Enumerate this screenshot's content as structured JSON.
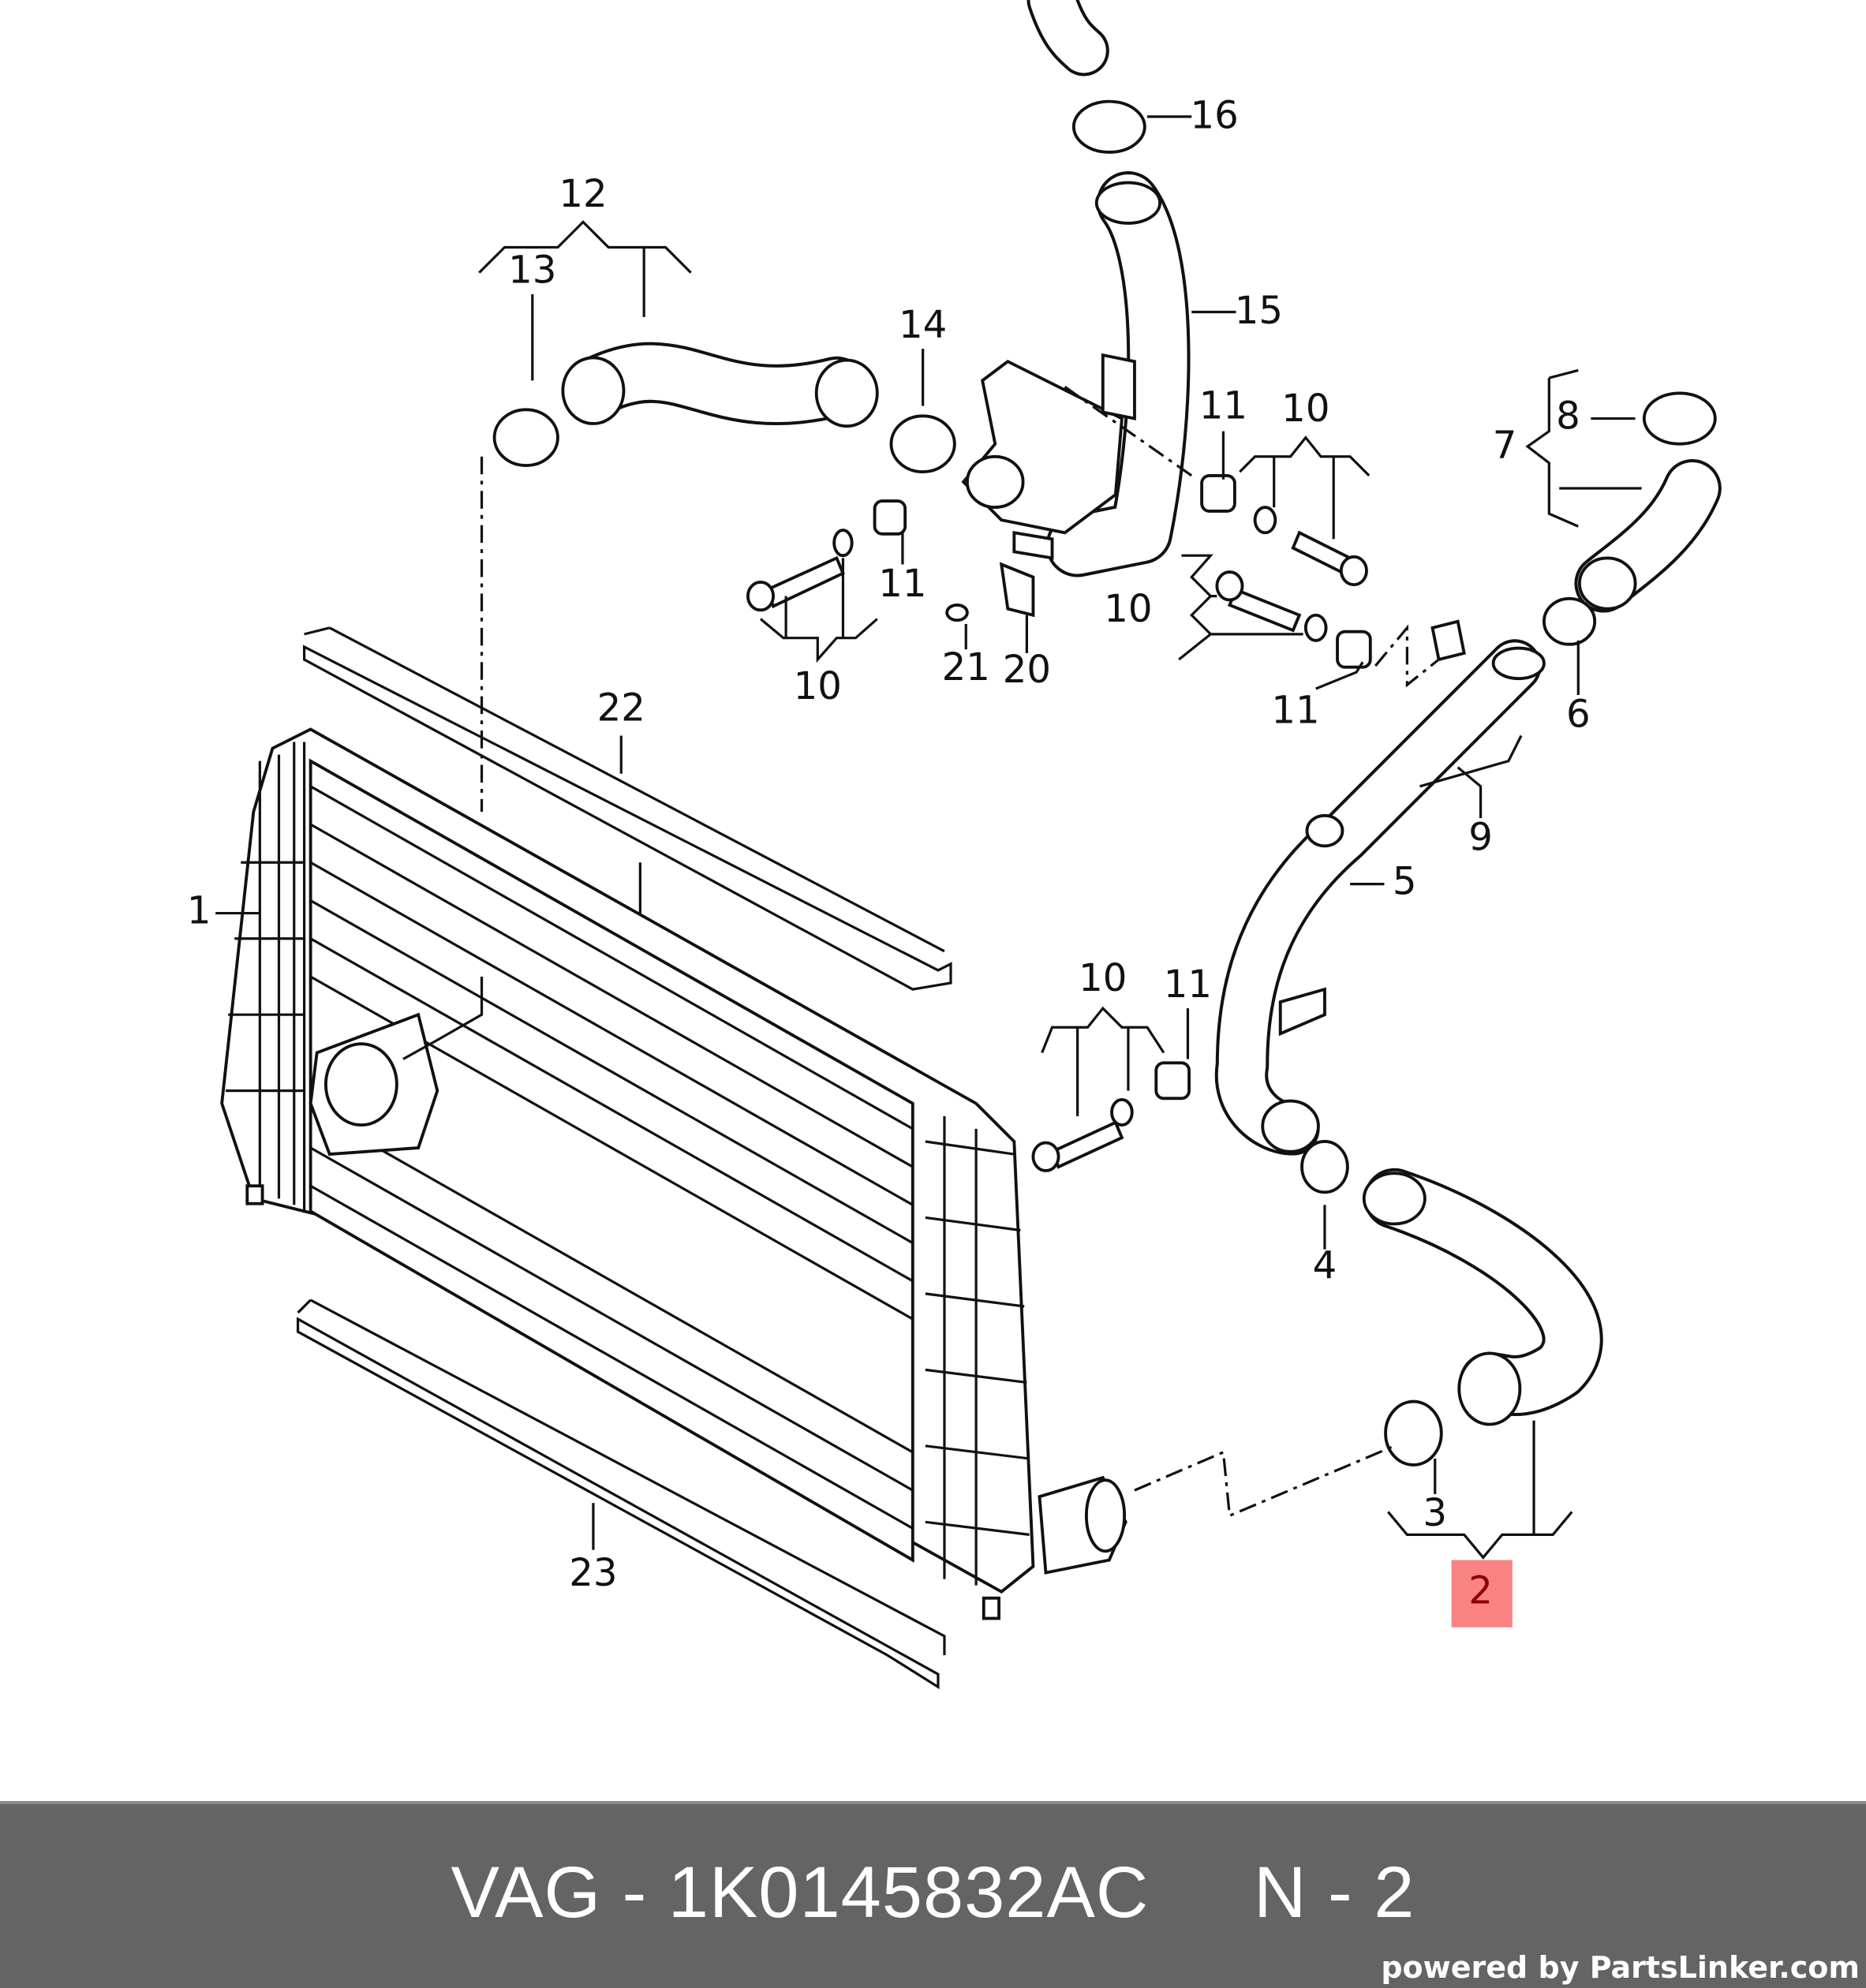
{
  "diagram": {
    "callouts": [
      "16",
      "12",
      "13",
      "15",
      "14",
      "11",
      "10",
      "8",
      "7",
      "11",
      "10",
      "21",
      "20",
      "10",
      "11",
      "6",
      "22",
      "9",
      "5",
      "1",
      "10",
      "11",
      "4",
      "3",
      "2",
      "23"
    ],
    "highlighted_callout": "2",
    "highlight_color": "#f98383"
  },
  "footer": {
    "title": "VAG - 1K0145832AC     N - 2",
    "powered_by": "powered by PartsLinker.com",
    "background": "#646464"
  }
}
